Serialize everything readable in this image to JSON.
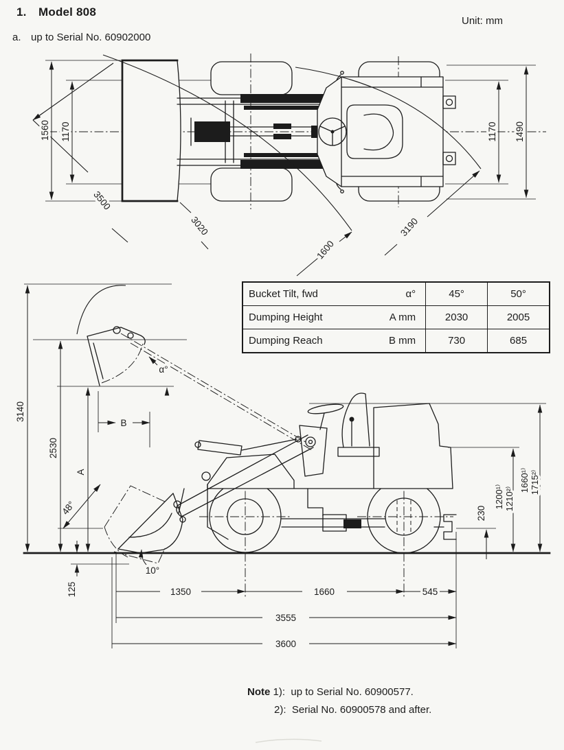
{
  "page": {
    "section_number": "1.",
    "title": "Model 808",
    "unit_label": "Unit:  mm",
    "subsection_letter": "a.",
    "subsection_text": "up to Serial No. 60902000"
  },
  "top_view": {
    "bucket_width": "1560",
    "tread_front": "1170",
    "tread_rear": "1170",
    "overall_width": "1490",
    "clearance_circle_bucket": "3500",
    "turning_radius_bucket_inner": "3020",
    "turning_radius_inner": "1600",
    "turning_radius_outer": "3190"
  },
  "side_view": {
    "overall_height_raised": "3140",
    "hinge_pin_height": "2530",
    "dumping_height_ref": "A",
    "dumping_reach_ref": "B",
    "tilt_angle_ref": "α°",
    "rollback_angle": "48°",
    "dig_angle": "10°",
    "digging_depth": "125",
    "hitch_height": "230",
    "height_rear_deck_1": "1200¹⁾",
    "height_rear_deck_2": "1210²⁾",
    "height_top_1": "1660¹⁾",
    "height_top_2": "1715²⁾",
    "front_overhang": "1350",
    "wheelbase": "1660",
    "rear_overhang": "545",
    "length_less_bucket": "3555",
    "overall_length": "3600"
  },
  "table": {
    "rows": [
      {
        "label": "Bucket Tilt, fwd",
        "symbol": "α°",
        "col1": "45°",
        "col2": "50°"
      },
      {
        "label": "Dumping Height",
        "symbol": "A mm",
        "col1": "2030",
        "col2": "2005"
      },
      {
        "label": "Dumping Reach",
        "symbol": "B mm",
        "col1": "730",
        "col2": "685"
      }
    ]
  },
  "notes": {
    "label": "Note",
    "line1_ref": "1):",
    "line1_text": "up to Serial No. 60900577.",
    "line2_ref": "2):",
    "line2_text": "Serial No. 60900578 and after."
  }
}
